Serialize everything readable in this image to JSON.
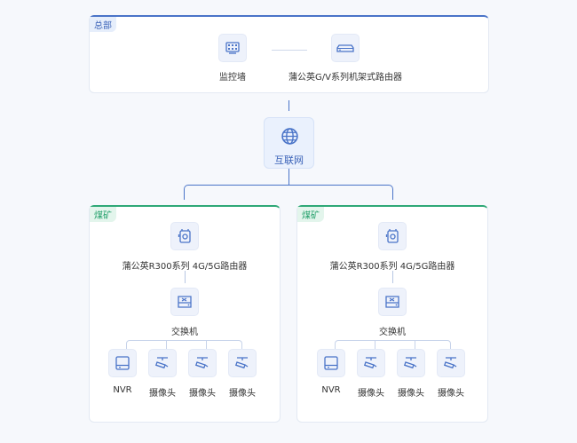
{
  "hq": {
    "tag": "总部",
    "devices": [
      {
        "label": "监控墙",
        "icon": "monitor-wall-icon"
      },
      {
        "label": "蒲公英G/V系列机架式路由器",
        "icon": "rack-router-icon"
      }
    ]
  },
  "internet": {
    "label": "互联网",
    "icon": "globe-icon"
  },
  "sites": [
    {
      "tag": "煤矿",
      "router": "蒲公英R300系列 4G/5G路由器",
      "switch": "交换机",
      "devices": [
        "NVR",
        "摄像头",
        "摄像头",
        "摄像头"
      ]
    },
    {
      "tag": "煤矿",
      "router": "蒲公英R300系列 4G/5G路由器",
      "switch": "交换机",
      "devices": [
        "NVR",
        "摄像头",
        "摄像头",
        "摄像头"
      ]
    }
  ],
  "colors": {
    "hq_accent": "#4a74c8",
    "site_accent": "#2fa877",
    "icon": "#4a74c8"
  }
}
